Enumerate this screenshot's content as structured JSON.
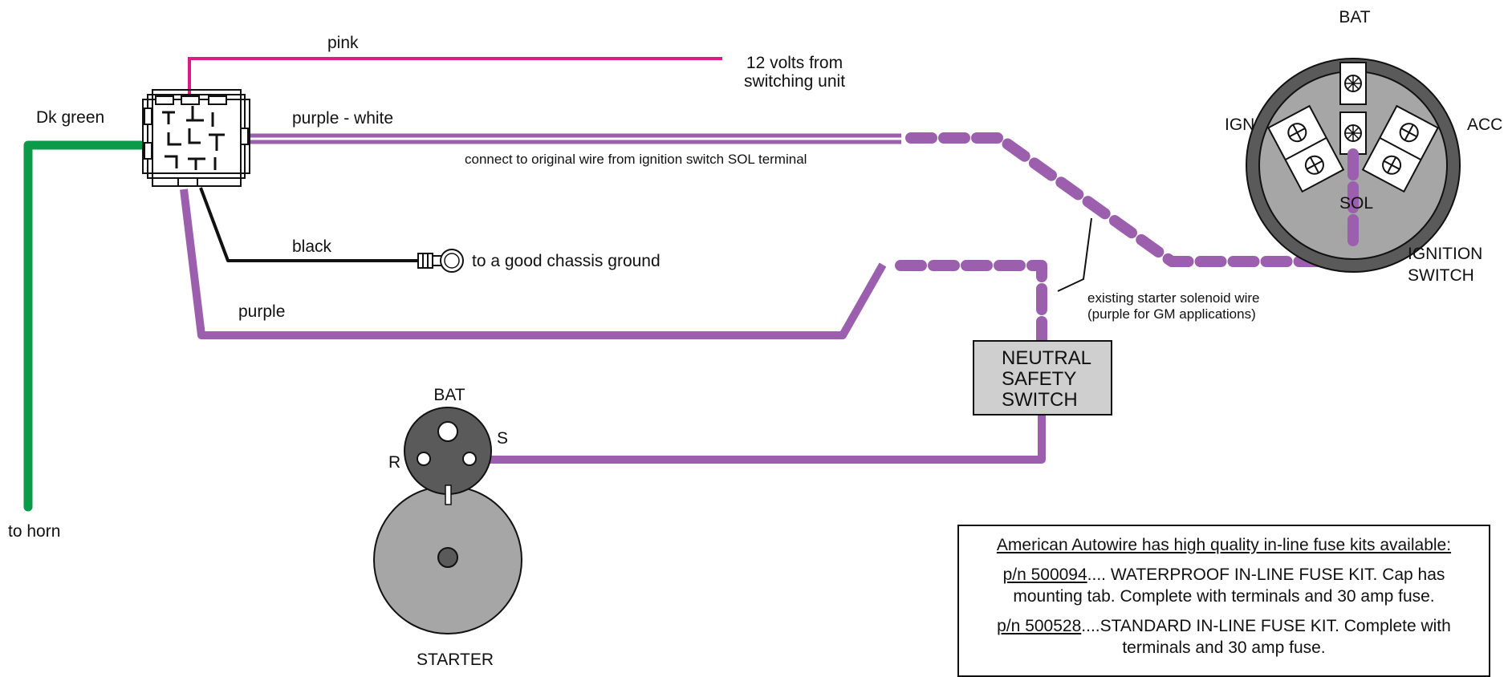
{
  "relay": {
    "wires": {
      "pink": "pink",
      "dk_green": "Dk green",
      "purple_white": "purple - white",
      "black": "black",
      "purple": "purple"
    },
    "twelve_volts": [
      "12 volts from",
      "switching unit"
    ],
    "connect_note": "connect to original wire from ignition switch SOL terminal",
    "chassis_ground": "to a good chassis ground",
    "to_horn": "to horn"
  },
  "ignition_switch": {
    "bat": "BAT",
    "ign": "IGN",
    "acc": "ACC",
    "sol": "SOL",
    "title": [
      "IGNITION",
      "SWITCH"
    ]
  },
  "solenoid_note": [
    "existing starter solenoid wire",
    "(purple for GM applications)"
  ],
  "neutral_switch": [
    "NEUTRAL",
    "SAFETY",
    "SWITCH"
  ],
  "starter": {
    "bat": "BAT",
    "s": "S",
    "r": "R",
    "title": "STARTER"
  },
  "fuse_kits": {
    "heading": "American Autowire has high quality in-line fuse kits available:",
    "items": [
      {
        "pn": "p/n 500094",
        "desc": ".... WATERPROOF IN-LINE FUSE KIT. Cap has mounting tab. Complete with terminals and 30 amp fuse."
      },
      {
        "pn": "p/n 500528",
        "desc": "....STANDARD IN-LINE FUSE KIT. Complete with terminals and 30 amp fuse."
      }
    ]
  },
  "colors": {
    "pink": "#e0198a",
    "green": "#0a9a4a",
    "purple": "#9b5fae",
    "black": "#111111",
    "switch_gray": "#a6a6a6",
    "switch_dark": "#5a5a5a",
    "box_gray": "#cfcfcf"
  }
}
